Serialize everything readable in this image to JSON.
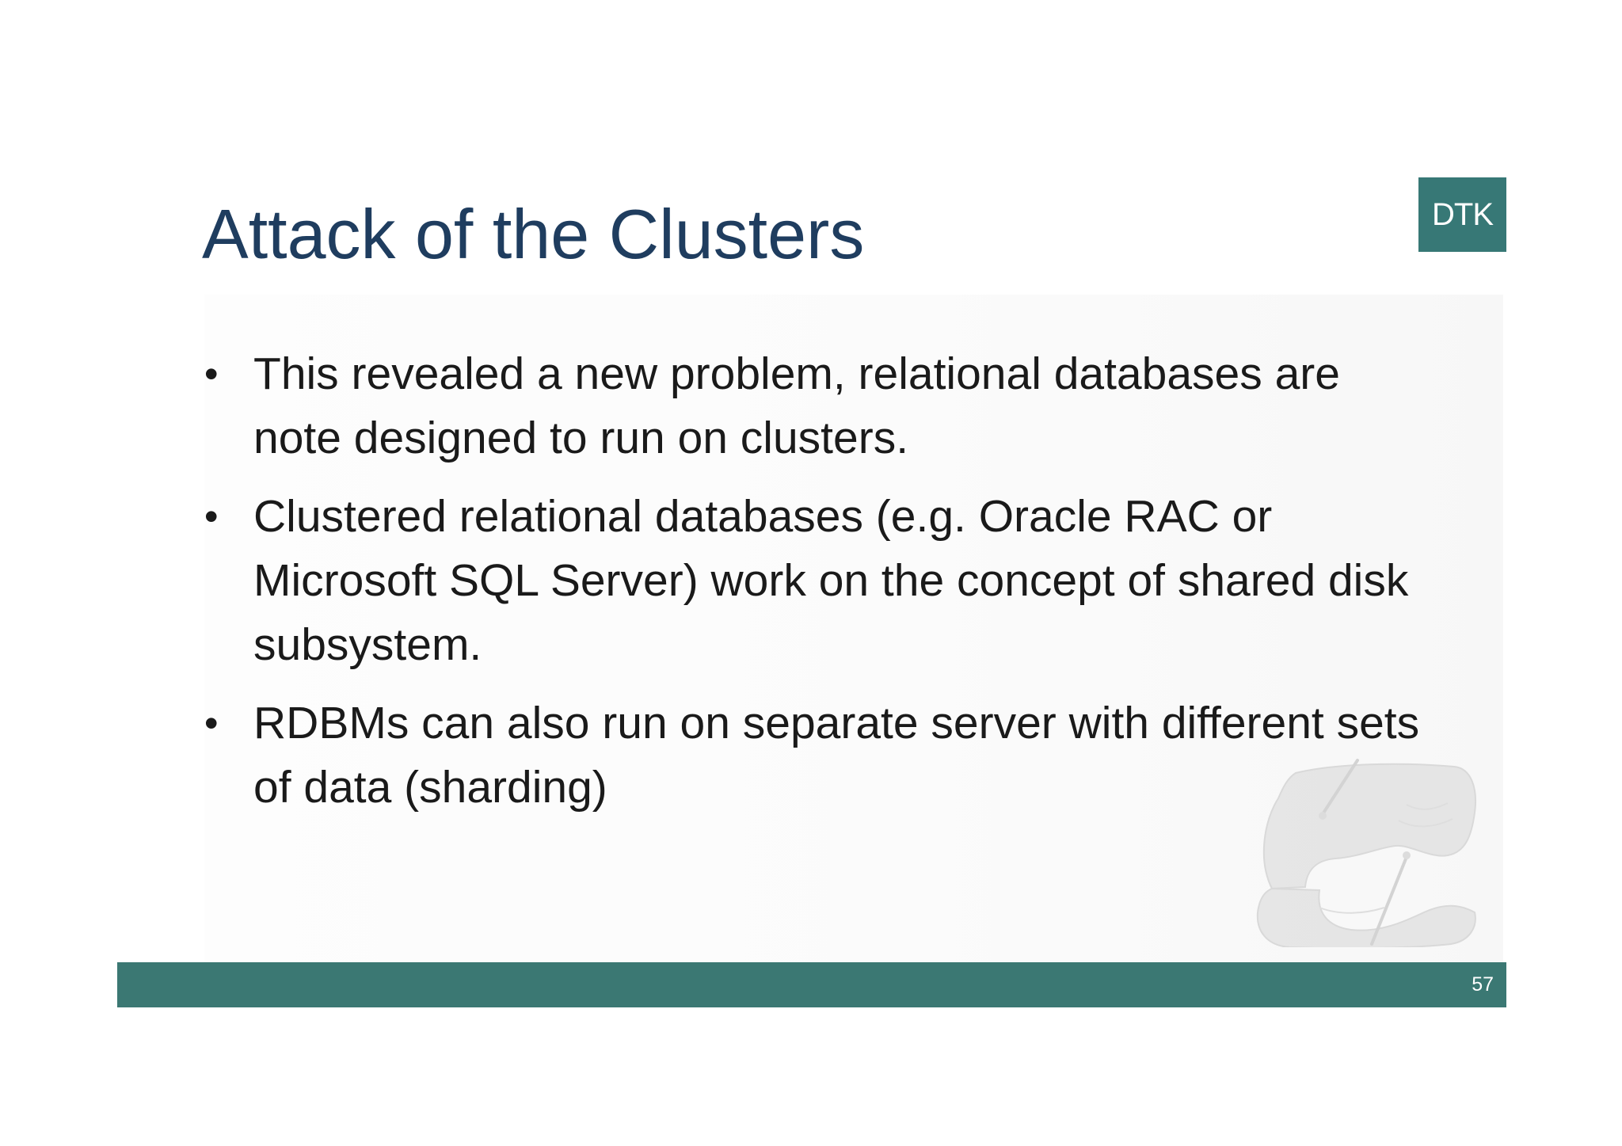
{
  "slide": {
    "title": "Attack of the Clusters",
    "logo_text": "DTK",
    "bullets": [
      "This revealed a new problem, relational databases are note designed to run on clusters.",
      "Clustered relational databases (e.g. Oracle RAC or Microsoft SQL Server) work on the concept of shared disk subsystem.",
      "RDBMs can also run on separate server with different sets of data (sharding)"
    ],
    "bullet_glyph": "•",
    "page_number": "57",
    "watermark_icon": "hands-drawing-icon"
  },
  "colors": {
    "title": "#1f3d5f",
    "body_text": "#1a1a1a",
    "accent_teal": "#3b7873",
    "logo_bg": "#377876",
    "background": "#ffffff"
  }
}
